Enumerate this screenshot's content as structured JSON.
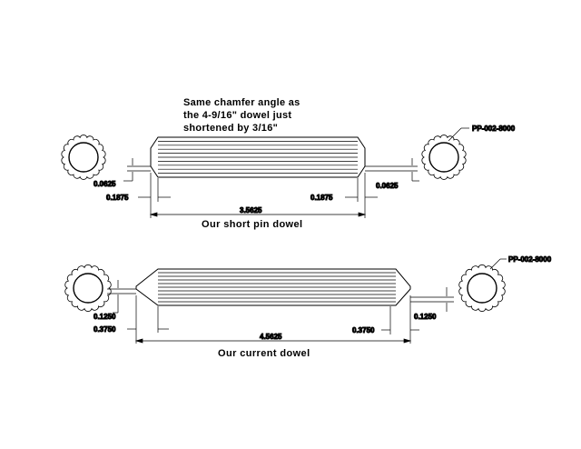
{
  "note": {
    "lines": [
      "Same chamfer angle as",
      "the 4-9/16\" dowel just",
      "shortened by 3/16\""
    ]
  },
  "short_dowel": {
    "caption": "Our short pin dowel",
    "overall_length": "3.5625",
    "chamfer_length_left": "0.1875",
    "chamfer_length_right": "0.1875",
    "chamfer_height_left": "0.0625",
    "chamfer_height_right": "0.0625",
    "part_number": "PP-002-8000"
  },
  "current_dowel": {
    "caption": "Our current dowel",
    "overall_length": "4.5625",
    "chamfer_length_left": "0.3750",
    "chamfer_length_right": "0.3750",
    "chamfer_height_left": "0.1250",
    "chamfer_height_right": "0.1250",
    "part_number": "PP-002-8000"
  },
  "colors": {
    "line": "#000000",
    "background": "#ffffff"
  }
}
